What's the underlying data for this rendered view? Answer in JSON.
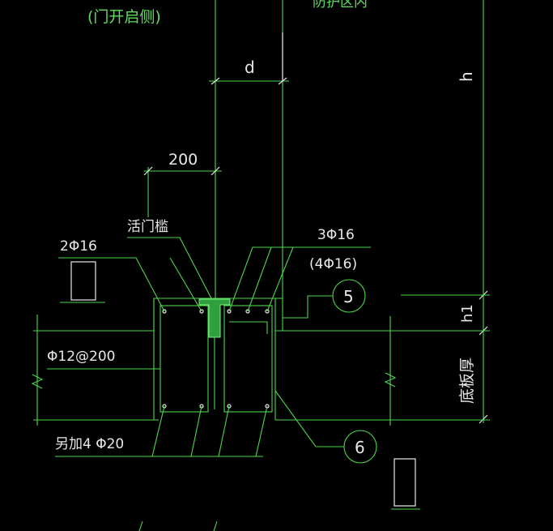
{
  "drawing": {
    "labels": {
      "door_side_note": "(门开启侧)",
      "protect_area_note": "防护区内",
      "dim_d": "d",
      "dim_200": "200",
      "dim_h": "h",
      "dim_h1": "h1",
      "slab_thickness": "底板厚",
      "movable_sill": "活门槛",
      "rebar_left_top": "2Φ16",
      "rebar_right_top": "3Φ16",
      "rebar_right_top_alt": "(4Φ16)",
      "stirrup": "Φ12@200",
      "extra_bottom": "另加4 Φ20"
    },
    "callouts": {
      "detail_5": "5",
      "detail_6": "6"
    },
    "colors": {
      "background": "#000000",
      "line": "#4cd84c",
      "text": "#5fdc5f",
      "white_line": "#e8e8e8"
    }
  }
}
